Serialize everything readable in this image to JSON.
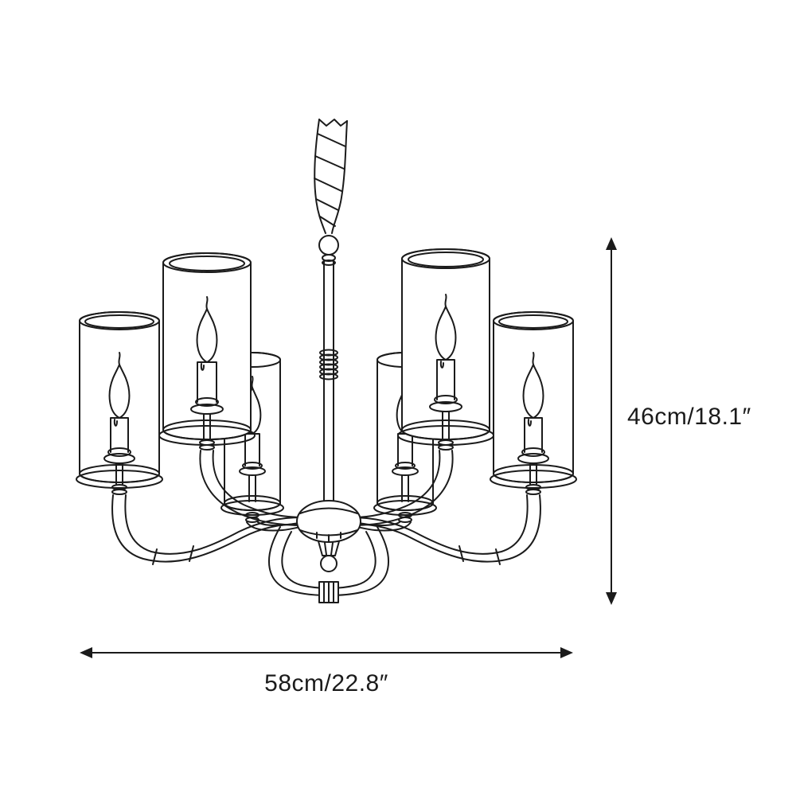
{
  "diagram": {
    "name": "chandelier-dimension-diagram",
    "subject": "six-light candle chandelier with cylinder glass shades",
    "light_count": "6",
    "line_color": "#1b1b1b",
    "background_color": "#ffffff",
    "height_dimension": {
      "label": "46cm/18.1″",
      "cm": "46",
      "inches": "18.1"
    },
    "width_dimension": {
      "label": "58cm/22.8″",
      "cm": "58",
      "inches": "22.8"
    }
  }
}
